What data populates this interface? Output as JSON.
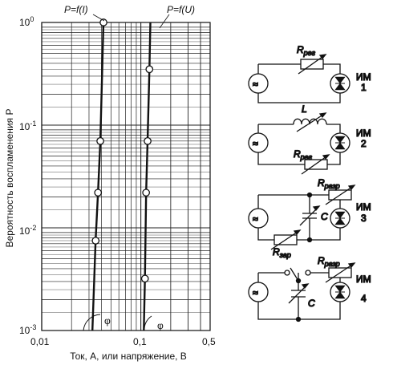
{
  "chart_data": {
    "type": "line",
    "ylabel": "Вероятность воспламенения P",
    "xlabel": "Ток, А, или напряжение, В",
    "x_scale": "log",
    "y_scale": "log",
    "xlim": [
      0.01,
      0.5
    ],
    "ylim": [
      0.001,
      1
    ],
    "x_tick_labels": [
      "0,01",
      "0,1",
      "0,5"
    ],
    "y_tick_labels": [
      "10",
      "0",
      "10",
      "-1",
      "10",
      "-2",
      "10",
      "-3"
    ],
    "grid": true,
    "series": [
      {
        "name": "P=f(I)",
        "x": [
          0.035,
          0.037,
          0.039,
          0.042
        ],
        "y": [
          0.0075,
          0.022,
          0.07,
          1.0
        ]
      },
      {
        "name": "P=f(U)",
        "x": [
          0.11,
          0.113,
          0.117,
          0.122
        ],
        "y": [
          0.0032,
          0.022,
          0.07,
          0.35
        ]
      }
    ],
    "annotations": [
      "φ",
      "φ"
    ]
  },
  "circuits": [
    {
      "number": "1",
      "device": "ИМ",
      "source": "≈",
      "components": [
        "R",
        "рег"
      ]
    },
    {
      "number": "2",
      "device": "ИМ",
      "source": "≈",
      "components": [
        "L",
        "R",
        "рег"
      ]
    },
    {
      "number": "3",
      "device": "ИМ",
      "source": "≈",
      "components": [
        "R",
        "разр",
        "C",
        "R",
        "зар"
      ]
    },
    {
      "number": "4",
      "device": "ИМ",
      "source": "≈",
      "components": [
        "R",
        "разр",
        "C"
      ]
    }
  ],
  "colors": {
    "ink": "#111111",
    "grid": "#222222"
  }
}
